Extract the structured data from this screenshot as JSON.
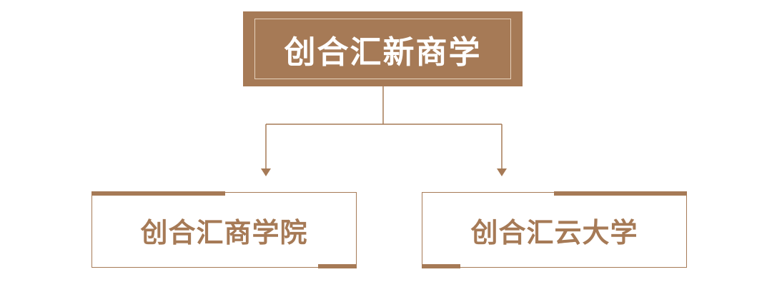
{
  "colors": {
    "accent": "#a67a56"
  },
  "root": {
    "label": "创合汇新商学"
  },
  "children": [
    {
      "label": "创合汇商学院"
    },
    {
      "label": "创合汇云大学"
    }
  ]
}
